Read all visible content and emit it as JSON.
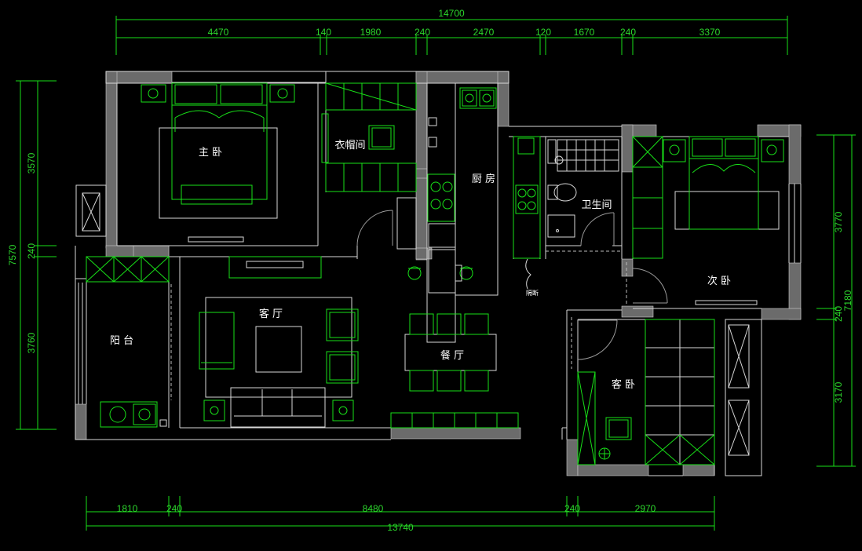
{
  "dims_top": {
    "total": "14700",
    "segments": [
      "4470",
      "140",
      "1980",
      "240",
      "2470",
      "120",
      "1670",
      "240",
      "3370"
    ]
  },
  "dims_bottom": {
    "total": "13740",
    "segments": [
      "1810",
      "240",
      "8480",
      "240",
      "2970"
    ]
  },
  "dims_left": {
    "total": "7570",
    "segments": [
      "3570",
      "240",
      "3760"
    ]
  },
  "dims_right": {
    "total": "7180",
    "segments": [
      "3770",
      "240",
      "3170"
    ]
  },
  "rooms": {
    "master_bedroom": "主 卧",
    "cloakroom": "衣帽间",
    "kitchen": "厨 房",
    "bathroom": "卫生间",
    "second_bedroom": "次 卧",
    "living_room": "客 厅",
    "balcony": "阳 台",
    "dining_room": "餐 厅",
    "guest_bedroom": "客 卧"
  },
  "labels": {
    "partition": "隔断"
  },
  "colors": {
    "background": "#000000",
    "dimension": "#2cd62c",
    "furniture": "#18e018",
    "wall_hatch": "#6b6b6b",
    "wall_line": "#d8d8d8"
  }
}
